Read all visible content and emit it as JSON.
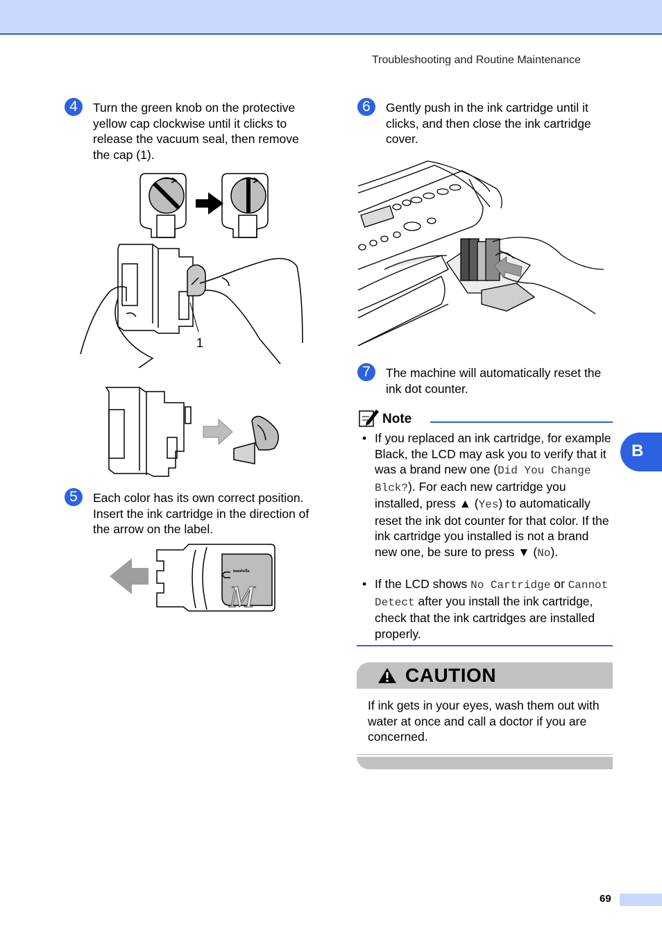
{
  "header": {
    "title": "Troubleshooting and Routine Maintenance"
  },
  "steps": {
    "s4": {
      "num": "4",
      "text": "Turn the green knob on the protective yellow cap clockwise until it clicks to release the vacuum seal, then remove the cap (1).",
      "figure_label": "1"
    },
    "s5": {
      "num": "5",
      "text": "Each color has its own correct position. Insert the ink cartridge in the direction of the arrow on the label.",
      "brand_label": "innobella",
      "letter": "M"
    },
    "s6": {
      "num": "6",
      "text": "Gently push in the ink cartridge until it clicks, and then close the ink cartridge cover."
    },
    "s7": {
      "num": "7",
      "text": "The machine will automatically reset the ink dot counter."
    }
  },
  "note": {
    "title": "Note",
    "b1": {
      "t1": "If you replaced an ink cartridge, for example Black, the LCD may ask you to verify that it was a brand new one (",
      "m1": "Did You Change Blck?",
      "t2": "). For each new cartridge you installed, press ▲ (",
      "m2": "Yes",
      "t3": ") to automatically reset the ink dot counter for that color. If the ink cartridge you installed is not a brand new one, be sure to press ▼ (",
      "m3": "No",
      "t4": ")."
    },
    "b2": {
      "t1": "If the LCD shows ",
      "m1": "No Cartridge",
      "t2": " or ",
      "m2": "Cannot Detect",
      "t3": " after you install the ink cartridge, check that the ink cartridges are installed properly."
    }
  },
  "caution": {
    "title": "CAUTION",
    "text": "If ink gets in your eyes, wash them out with water at once and call a doctor if you are concerned."
  },
  "side_tab": "B",
  "footer": {
    "page": "69"
  },
  "colors": {
    "accent": "#2c62e0",
    "header_band": "#c8d8fb",
    "caution_band": "#c2c2c2"
  }
}
